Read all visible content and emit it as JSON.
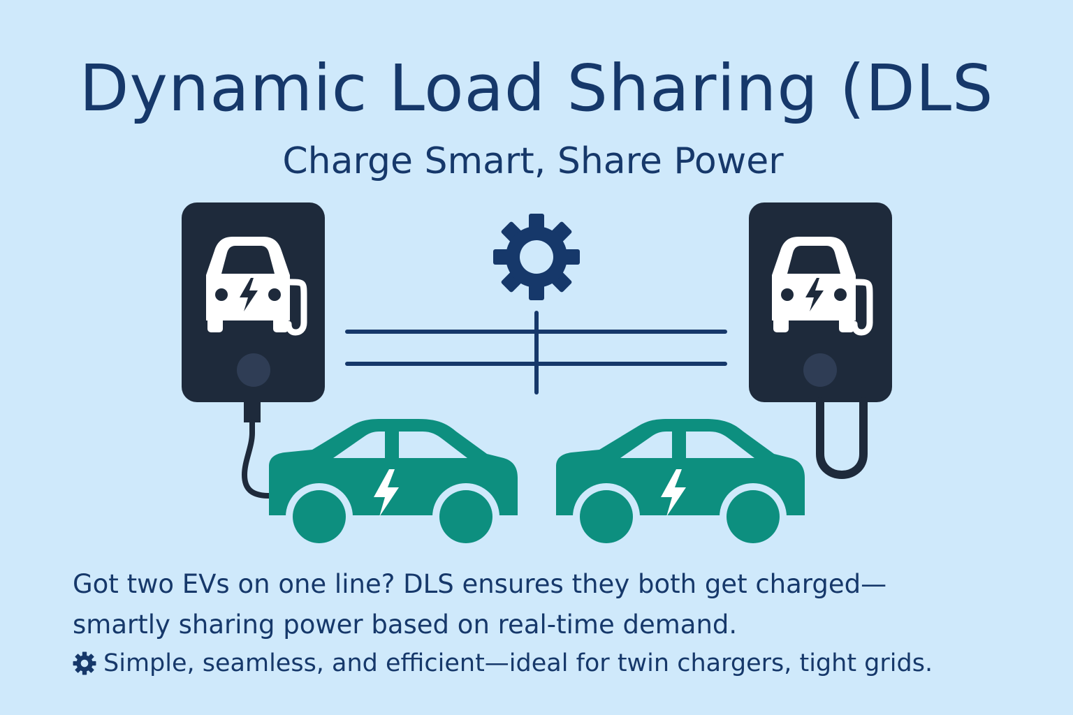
{
  "header": {
    "title": "Dynamic Load Sharing (DLS",
    "subtitle": "Charge Smart, Share Power"
  },
  "description": {
    "line1": "Got two EVs on one line? DLS ensures they both get charged—",
    "line2": "smartly sharing power based on real-time demand."
  },
  "note": {
    "icon": "gear-icon",
    "text": "Simple, seamless, and efficient—ideal for twin chargers, tight grids."
  },
  "colors": {
    "background": "#cfe9fb",
    "text": "#16386a",
    "charger": "#1e2a3b",
    "car": "#0d8f7f"
  },
  "icons": [
    "ev-charger-icon",
    "car-charging-icon",
    "gear-icon",
    "electric-car-icon",
    "lightning-icon"
  ]
}
